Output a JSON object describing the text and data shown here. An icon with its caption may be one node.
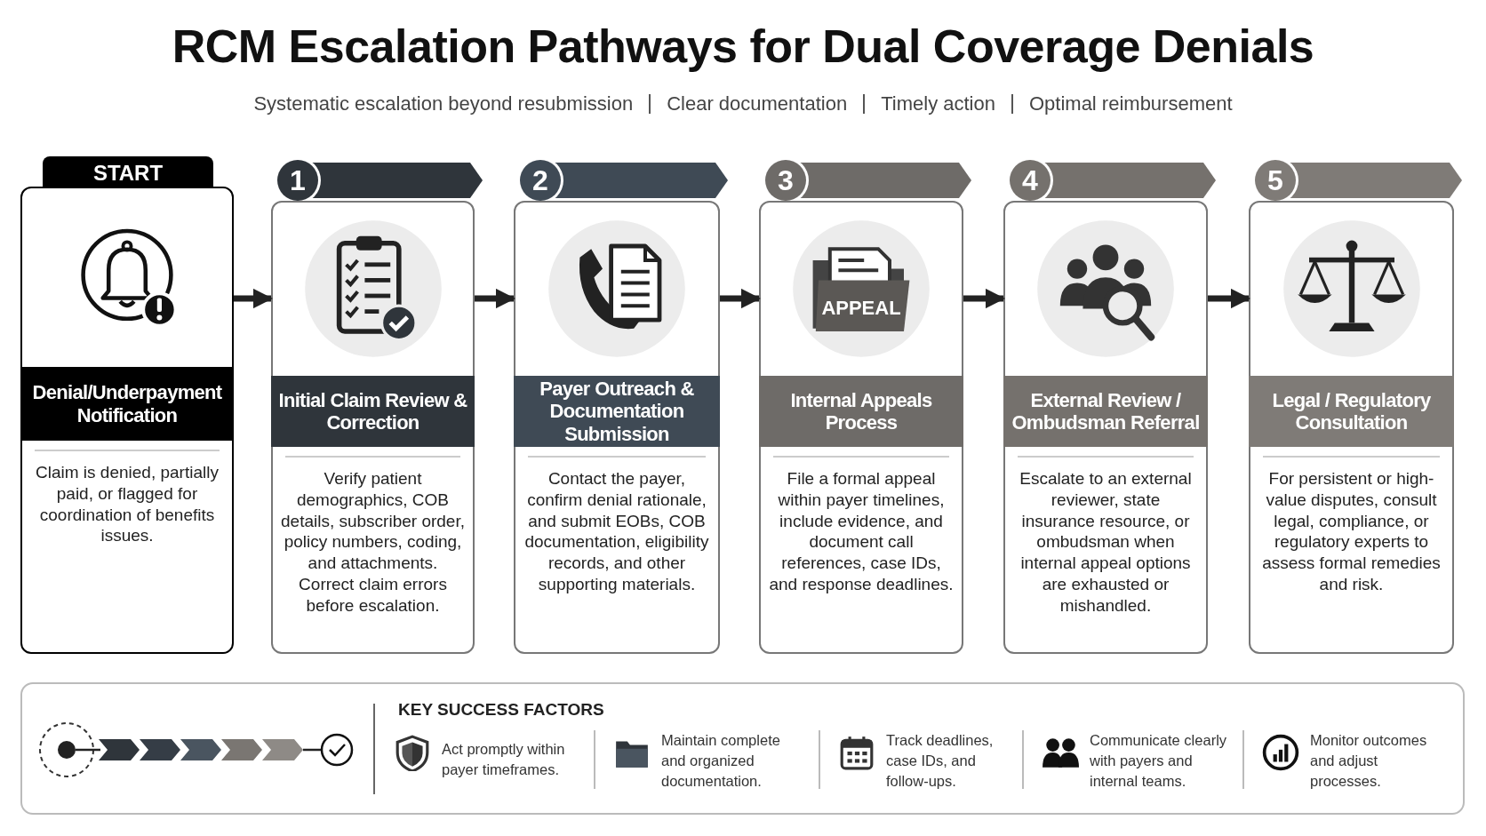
{
  "diagram": {
    "title": "RCM Escalation Pathways for Dual Coverage Denials",
    "nodes": [
      {
        "text": [
          "START",
          "Denial/Underpayment Notification",
          "Claim is denied, partially paid, or flagged for coordination of benefits issues."
        ]
      },
      {
        "text": [
          "1",
          "Initial Claim Review & Correction",
          "Verify patient demographics, COB details, subscriber order, policy numbers, coding, and attachments. Correct claim errors before escalation."
        ]
      },
      {
        "text": [
          "2",
          "Payer Outreach & Documentation Submission",
          "Contact the payer, confirm denial rationale, and submit EOBs, COB documentation, eligibility records, and other supporting materials."
        ]
      },
      {
        "text": [
          "3",
          "Internal Appeals Process",
          "File a formal appeal within payer timelines, include evidence, and document call references, case IDs, and response deadlines."
        ]
      },
      {
        "text": [
          "4",
          "External Review / Ombudsman Referral",
          "Escalate to an external reviewer, state insurance resource, or ombudsman when internal appeal options are exhausted or mishandled."
        ]
      },
      {
        "text": [
          "5",
          "Legal / Regulatory Consultation",
          "For persistent or high-value disputes, consult legal, compliance, or regulatory experts to assess formal remedies and risk."
        ]
      },
      {
        "text": [
          "KEY SUCCESS FACTORS",
          "Act promptly within payer timeframes.",
          "Maintain complete and organized documentation.",
          "Track deadlines, case IDs, and follow-ups.",
          "Communicate clearly with payers and internal teams.",
          "Monitor outcomes and adjust processes."
        ]
      }
    ],
    "edges": [
      {
        "from": 0,
        "to": 1,
        "arrow": "to"
      },
      {
        "from": 1,
        "to": 2,
        "arrow": "to"
      },
      {
        "from": 2,
        "to": 3,
        "arrow": "to"
      },
      {
        "from": 3,
        "to": 4,
        "arrow": "to"
      },
      {
        "from": 4,
        "to": 5,
        "arrow": "to"
      }
    ],
    "labels": [
      "Systematic escalation beyond resubmission",
      "Clear documentation",
      "Timely action",
      "Optimal reimbursement",
      "APPEAL"
    ]
  }
}
